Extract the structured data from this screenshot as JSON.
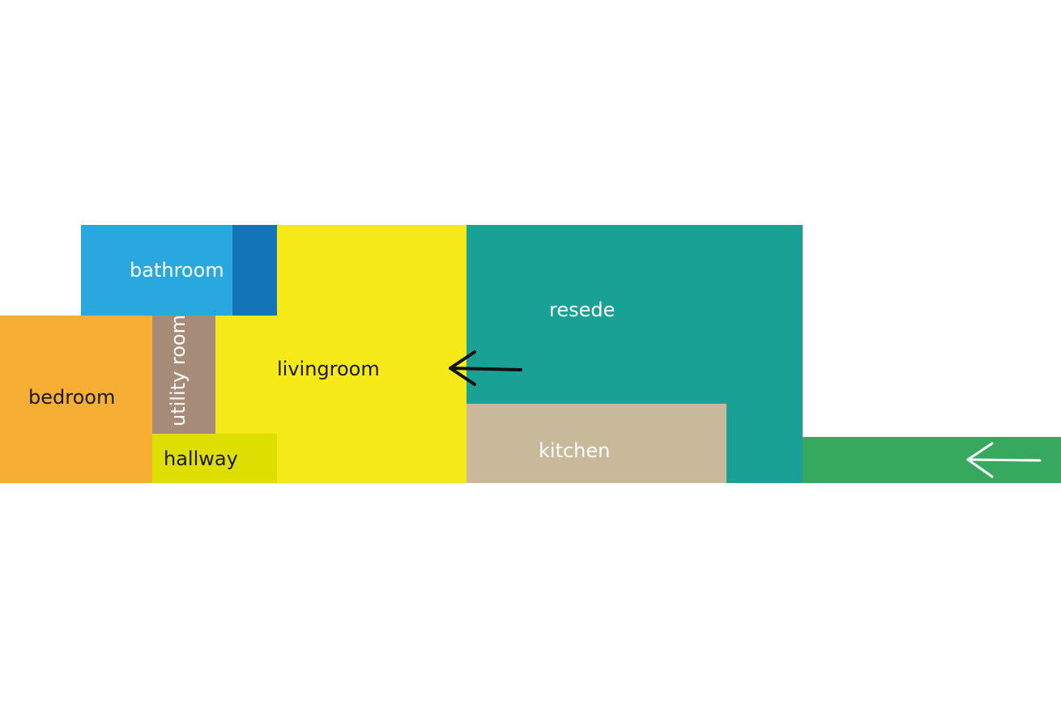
{
  "rooms": {
    "bathroom": {
      "label": "bathroom",
      "color": "#29a8df",
      "label_color": "#ffffff"
    },
    "bathroom_accent": {
      "color": "#1474b8"
    },
    "bedroom": {
      "label": "bedroom",
      "color": "#f6ae34",
      "label_color": "#1a1a1a"
    },
    "utility_room": {
      "label": "utility room",
      "color": "#a68b78",
      "label_color": "#ffffff"
    },
    "hallway": {
      "label": "hallway",
      "color": "#dede00",
      "label_color": "#1a1a1a"
    },
    "livingroom": {
      "label": "livingroom",
      "color": "#f6e918",
      "label_color": "#1a1a1a"
    },
    "resede": {
      "label": "resede",
      "color": "#1aa196",
      "label_color": "#ffffff"
    },
    "kitchen": {
      "label": "kitchen",
      "color": "#c8b99a",
      "label_color": "#ffffff"
    },
    "entrance": {
      "color": "#36a95e"
    }
  },
  "arrows": {
    "livingroom_arrow": {
      "color": "#111111",
      "direction": "left"
    },
    "entrance_arrow": {
      "color": "#ffffff",
      "direction": "left"
    }
  }
}
